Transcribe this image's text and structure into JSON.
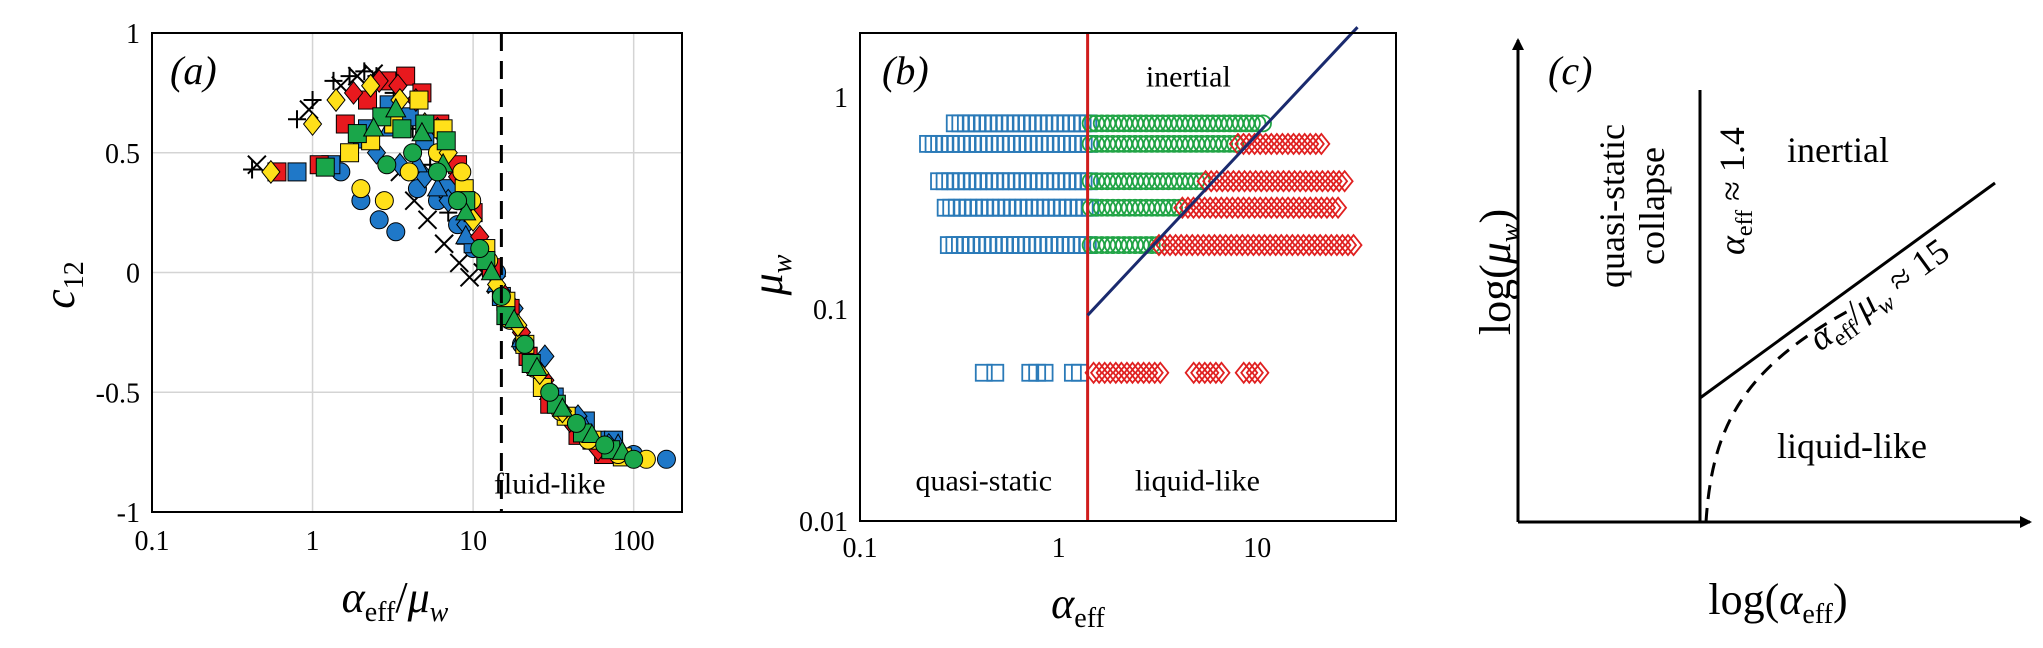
{
  "chart_data": [
    {
      "type": "scatter",
      "panel_label": "(a)",
      "xlabel": "α_eff/μ_w",
      "ylabel": "c_12",
      "x_scale": "log",
      "xlim": [
        0.1,
        200
      ],
      "ylim": [
        -1,
        1
      ],
      "x_ticks": [
        "0.1",
        "1",
        "10",
        "100"
      ],
      "y_ticks": [
        "-1",
        "-0.5",
        "0",
        "0.5",
        "1"
      ],
      "grid": true,
      "vline": {
        "x": 15,
        "style": "dashed"
      },
      "annotations": [
        {
          "text": "fluid-like",
          "x": 30,
          "y": -0.88
        }
      ],
      "series": [
        {
          "marker": "plus",
          "points": [
            [
              0.42,
              0.43
            ],
            [
              0.8,
              0.64
            ],
            [
              1.0,
              0.72
            ],
            [
              1.35,
              0.8
            ],
            [
              1.7,
              0.82
            ],
            [
              2.1,
              0.84
            ],
            [
              2.5,
              0.82
            ],
            [
              3.2,
              0.75
            ],
            [
              4.2,
              0.6
            ],
            [
              5.4,
              0.45
            ],
            [
              7,
              0.25
            ],
            [
              9,
              0.12
            ],
            [
              11,
              0.07
            ],
            [
              13,
              0.03
            ]
          ]
        },
        {
          "marker": "cross",
          "points": [
            [
              0.45,
              0.45
            ],
            [
              0.95,
              0.68
            ],
            [
              1.5,
              0.78
            ],
            [
              1.9,
              0.82
            ],
            [
              2.4,
              0.83
            ],
            [
              3.0,
              0.8
            ],
            [
              3.5,
              0.42
            ],
            [
              4.3,
              0.3
            ],
            [
              5.2,
              0.22
            ],
            [
              6.6,
              0.12
            ],
            [
              8.2,
              0.04
            ],
            [
              9.5,
              -0.02
            ],
            [
              11.5,
              0.0
            ],
            [
              14,
              -0.05
            ]
          ]
        },
        {
          "marker": "circle",
          "color": "#1f78c8",
          "points": [
            [
              1.5,
              0.42
            ],
            [
              2.0,
              0.3
            ],
            [
              2.6,
              0.22
            ],
            [
              3.3,
              0.17
            ],
            [
              4.5,
              0.35
            ],
            [
              6.0,
              0.3
            ],
            [
              8.0,
              0.2
            ],
            [
              10,
              0.1
            ],
            [
              14,
              0.0
            ],
            [
              20,
              -0.3
            ],
            [
              30,
              -0.5
            ],
            [
              45,
              -0.62
            ],
            [
              65,
              -0.7
            ],
            [
              100,
              -0.76
            ],
            [
              160,
              -0.78
            ]
          ]
        },
        {
          "marker": "square",
          "color": "#1f78c8",
          "points": [
            [
              0.8,
              0.42
            ],
            [
              1.3,
              0.45
            ],
            [
              2.2,
              0.6
            ],
            [
              3.0,
              0.7
            ],
            [
              4.0,
              0.65
            ],
            [
              5.0,
              0.55
            ],
            [
              7.0,
              0.35
            ],
            [
              10,
              0.12
            ],
            [
              15,
              -0.1
            ],
            [
              22,
              -0.35
            ],
            [
              32,
              -0.52
            ],
            [
              50,
              -0.62
            ],
            [
              75,
              -0.7
            ]
          ]
        },
        {
          "marker": "diamond",
          "color": "#1f78c8",
          "points": [
            [
              2.5,
              0.5
            ],
            [
              3.5,
              0.45
            ],
            [
              5,
              0.4
            ],
            [
              7,
              0.3
            ],
            [
              9,
              0.2
            ],
            [
              12,
              0.08
            ],
            [
              18,
              -0.15
            ],
            [
              28,
              -0.35
            ],
            [
              45,
              -0.6
            ],
            [
              70,
              -0.72
            ]
          ]
        },
        {
          "marker": "triangle",
          "color": "#1f78c8",
          "points": [
            [
              2.0,
              0.55
            ],
            [
              3.0,
              0.6
            ],
            [
              4.5,
              0.45
            ],
            [
              6,
              0.35
            ],
            [
              9,
              0.15
            ],
            [
              14,
              -0.05
            ],
            [
              20,
              -0.28
            ],
            [
              30,
              -0.5
            ],
            [
              50,
              -0.65
            ],
            [
              80,
              -0.72
            ]
          ]
        },
        {
          "marker": "square",
          "color": "#e8191e",
          "points": [
            [
              0.6,
              0.42
            ],
            [
              1.1,
              0.45
            ],
            [
              1.6,
              0.62
            ],
            [
              2.2,
              0.72
            ],
            [
              2.9,
              0.8
            ],
            [
              3.8,
              0.82
            ],
            [
              4.8,
              0.75
            ],
            [
              6.2,
              0.62
            ],
            [
              8,
              0.45
            ],
            [
              10,
              0.25
            ],
            [
              13,
              0.02
            ],
            [
              17,
              -0.15
            ],
            [
              22,
              -0.35
            ],
            [
              30,
              -0.55
            ],
            [
              45,
              -0.68
            ],
            [
              65,
              -0.76
            ]
          ]
        },
        {
          "marker": "diamond",
          "color": "#e8191e",
          "points": [
            [
              1.8,
              0.75
            ],
            [
              2.6,
              0.8
            ],
            [
              3.4,
              0.78
            ],
            [
              4.4,
              0.72
            ],
            [
              6,
              0.6
            ],
            [
              8,
              0.4
            ],
            [
              11,
              0.15
            ],
            [
              15,
              -0.08
            ],
            [
              20,
              -0.25
            ],
            [
              28,
              -0.45
            ],
            [
              40,
              -0.62
            ],
            [
              60,
              -0.74
            ]
          ]
        },
        {
          "marker": "square",
          "color": "#ffe01a",
          "points": [
            [
              1.7,
              0.5
            ],
            [
              2.3,
              0.55
            ],
            [
              3.2,
              0.62
            ],
            [
              4.6,
              0.72
            ],
            [
              6.5,
              0.6
            ],
            [
              8.8,
              0.35
            ],
            [
              12,
              0.1
            ],
            [
              16,
              -0.12
            ],
            [
              21,
              -0.3
            ],
            [
              27,
              -0.48
            ],
            [
              38,
              -0.6
            ],
            [
              55,
              -0.7
            ],
            [
              85,
              -0.77
            ]
          ]
        },
        {
          "marker": "circle",
          "color": "#ffe01a",
          "points": [
            [
              2.0,
              0.35
            ],
            [
              2.8,
              0.3
            ],
            [
              4.0,
              0.42
            ],
            [
              6.0,
              0.5
            ],
            [
              8.5,
              0.42
            ],
            [
              9.8,
              0.3
            ],
            [
              12.5,
              0.05
            ],
            [
              17,
              -0.2
            ],
            [
              24,
              -0.4
            ],
            [
              35,
              -0.58
            ],
            [
              52,
              -0.7
            ],
            [
              80,
              -0.76
            ],
            [
              120,
              -0.78
            ]
          ]
        },
        {
          "marker": "diamond",
          "color": "#ffe01a",
          "points": [
            [
              0.55,
              0.42
            ],
            [
              1.0,
              0.62
            ],
            [
              1.4,
              0.72
            ],
            [
              2.3,
              0.78
            ],
            [
              3.5,
              0.72
            ],
            [
              5,
              0.62
            ],
            [
              7,
              0.5
            ],
            [
              10,
              0.22
            ],
            [
              14,
              -0.05
            ],
            [
              19,
              -0.22
            ],
            [
              26,
              -0.42
            ],
            [
              36,
              -0.58
            ]
          ]
        },
        {
          "marker": "square",
          "color": "#1aa64a",
          "points": [
            [
              1.2,
              0.44
            ],
            [
              1.9,
              0.58
            ],
            [
              2.7,
              0.65
            ],
            [
              3.6,
              0.6
            ],
            [
              5.0,
              0.62
            ],
            [
              6.8,
              0.55
            ],
            [
              9,
              0.3
            ],
            [
              12,
              0.05
            ],
            [
              16,
              -0.18
            ],
            [
              23,
              -0.38
            ],
            [
              33,
              -0.55
            ],
            [
              48,
              -0.67
            ],
            [
              72,
              -0.74
            ]
          ]
        },
        {
          "marker": "triangle",
          "color": "#1aa64a",
          "points": [
            [
              2.4,
              0.6
            ],
            [
              3.3,
              0.68
            ],
            [
              4.8,
              0.58
            ],
            [
              6.5,
              0.45
            ],
            [
              9,
              0.25
            ],
            [
              13,
              0.0
            ],
            [
              18,
              -0.2
            ],
            [
              25,
              -0.4
            ],
            [
              36,
              -0.57
            ],
            [
              55,
              -0.68
            ],
            [
              85,
              -0.75
            ]
          ]
        },
        {
          "marker": "circle",
          "color": "#1aa64a",
          "points": [
            [
              2.9,
              0.45
            ],
            [
              4.2,
              0.5
            ],
            [
              6.0,
              0.42
            ],
            [
              8.0,
              0.3
            ],
            [
              11,
              0.1
            ],
            [
              15,
              -0.1
            ],
            [
              21,
              -0.3
            ],
            [
              30,
              -0.5
            ],
            [
              44,
              -0.63
            ],
            [
              66,
              -0.72
            ],
            [
              100,
              -0.78
            ]
          ]
        }
      ]
    },
    {
      "type": "scatter",
      "panel_label": "(b)",
      "xlabel": "α_eff",
      "ylabel": "μ_w",
      "x_scale": "log",
      "y_scale": "log",
      "xlim": [
        0.1,
        50
      ],
      "ylim": [
        0.01,
        2
      ],
      "x_ticks": [
        "0.1",
        "1",
        "10"
      ],
      "y_ticks": [
        "0.01",
        "0.1",
        "1"
      ],
      "grid": false,
      "vline": {
        "x": 1.4,
        "color": "#d01c1c"
      },
      "line": {
        "color": "#1a2a6e",
        "points": [
          [
            1.4,
            0.0933
          ],
          [
            32,
            2.13
          ]
        ]
      },
      "annotations": [
        {
          "text": "inertial",
          "x": 4.5,
          "y": 1.25
        },
        {
          "text": "quasi-static",
          "x": 0.42,
          "y": 0.0155
        },
        {
          "text": "liquid-like",
          "x": 5.0,
          "y": 0.0155
        }
      ],
      "series": [
        {
          "marker": "open-square",
          "color": "#2a7ab8",
          "mu": [
            0.75,
            0.6,
            0.4,
            0.3,
            0.2,
            0.05
          ],
          "x_start": [
            0.3,
            0.22,
            0.25,
            0.27,
            0.28,
            0.42
          ],
          "x_end": [
            1.45,
            1.45,
            1.45,
            1.45,
            1.45,
            1.45
          ]
        },
        {
          "marker": "open-circle",
          "color": "#20a445",
          "mu": [
            0.75,
            0.6,
            0.4,
            0.3,
            0.2
          ],
          "x_start": [
            1.45,
            1.45,
            1.45,
            1.45,
            1.45
          ],
          "x_end": [
            11,
            8,
            5.5,
            4.2,
            3.2
          ]
        },
        {
          "marker": "open-diamond",
          "color": "#e02020",
          "mu": [
            0.6,
            0.4,
            0.3,
            0.2,
            0.05
          ],
          "x_start": [
            8,
            5.5,
            4.2,
            3.2,
            1.5
          ],
          "x_end": [
            22,
            28,
            26,
            32,
            11
          ]
        }
      ]
    },
    {
      "type": "diagram",
      "panel_label": "(c)",
      "xlabel": "log(α_eff)",
      "ylabel": "log(μ_w)",
      "boundaries": [
        {
          "label": "α_eff ≈ 1.4",
          "kind": "vertical"
        },
        {
          "label": "α_eff/μ_w ≈ 15",
          "kind": "slope"
        }
      ],
      "regions": [
        "quasi-static",
        "collapse",
        "inertial",
        "liquid-like"
      ]
    }
  ]
}
